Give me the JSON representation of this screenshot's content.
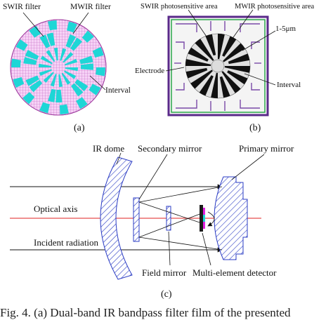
{
  "panel_a": {
    "swir_label": "SWIR filter",
    "mwir_label": "MWIR filter",
    "interval_label": "Interval",
    "tag": "(a)",
    "colors": {
      "swir": "#e8a6e8",
      "mwir": "#1ed6d6",
      "mesh": "#c060c0"
    }
  },
  "panel_b": {
    "swir_label": "SWIR photosensitive area",
    "mwir_label": "MWIR photosensitive area",
    "gap_label": "1-5μm",
    "electrode_label": "Electrode",
    "interval_label": "Interval",
    "tag": "(b)",
    "colors": {
      "frame": "#5a2a8a",
      "border": "#2aa84a",
      "disc": "#111111"
    }
  },
  "panel_c": {
    "dome_label": "IR dome",
    "secondary_label": "Secondary mirror",
    "primary_label": "Primary mirror",
    "axis_label": "Optical axis",
    "radiation_label": "Incident radiation",
    "field_label": "Field mirror",
    "detector_label": "Multi-element detector",
    "tag": "(c)",
    "colors": {
      "hatch": "#2b3cc4",
      "axis": "#e02020"
    }
  },
  "caption": "Fig. 4.  (a) Dual-band IR bandpass filter film of the presented"
}
